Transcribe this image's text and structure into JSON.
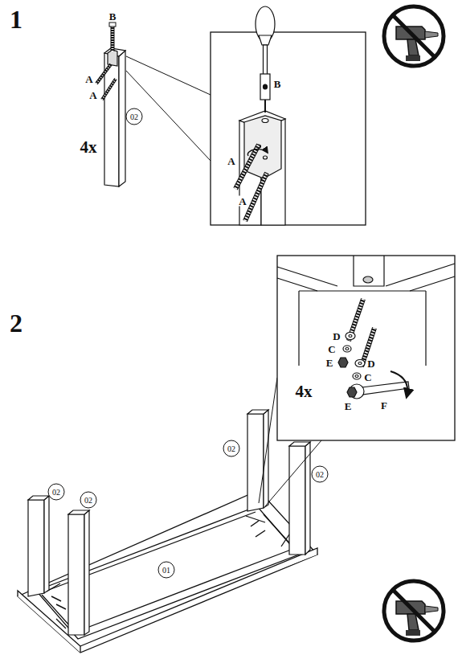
{
  "diagram": {
    "labels": [
      "1",
      "B",
      "A",
      "A",
      "02",
      "4x",
      "B",
      "A",
      "A",
      "2",
      "D",
      "C",
      "E",
      "D",
      "C",
      "4x",
      "E",
      "F",
      "02",
      "02",
      "02",
      "02",
      "01"
    ]
  }
}
